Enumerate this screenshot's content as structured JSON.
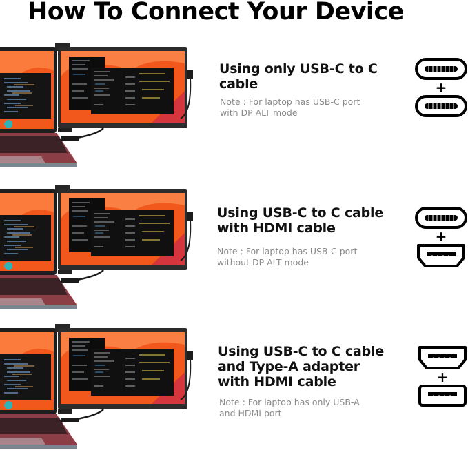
{
  "title": "How To Connect Your Device",
  "colors": {
    "text": "#111111",
    "note": "#8a8a8a",
    "screen_orange": "#f2581c",
    "bezel": "#2a2a2a",
    "laptop_body": "#9a4b53"
  },
  "sections": [
    {
      "heading_lines": [
        "Using only USB-C to C",
        "cable"
      ],
      "note_lines": [
        "Note : For laptop has USB-C port",
        "with DP ALT mode"
      ],
      "icons": [
        "usb-c-port-icon",
        "plus",
        "usb-c-port-icon"
      ],
      "plus": "+"
    },
    {
      "heading_lines": [
        "Using USB-C to C cable",
        "with HDMI cable"
      ],
      "note_lines": [
        "Note : For laptop has USB-C port",
        "without DP ALT mode"
      ],
      "icons": [
        "usb-c-port-icon",
        "plus",
        "hdmi-port-icon"
      ],
      "plus": "+"
    },
    {
      "heading_lines": [
        "Using USB-C to C cable",
        "and Type-A adapter",
        "with HDMI cable"
      ],
      "note_lines": [
        "Note : For laptop has only USB-A",
        "and HDMI port"
      ],
      "icons": [
        "hdmi-port-icon",
        "plus",
        "usb-a-port-icon"
      ],
      "plus": "+"
    }
  ]
}
